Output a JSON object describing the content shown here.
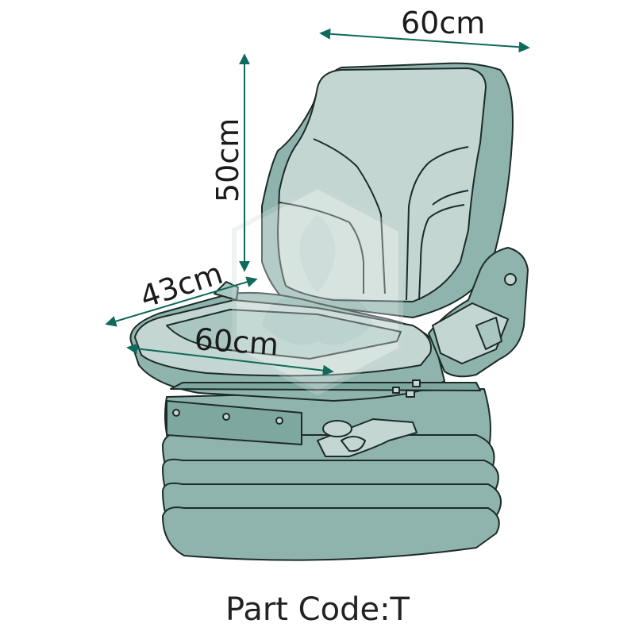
{
  "dimensions": {
    "backrest_width": "60cm",
    "backrest_height": "50cm",
    "seat_depth": "43cm",
    "seat_width": "60cm"
  },
  "part_code": "Part Code:T",
  "colors": {
    "seat_fill": "#c3d6d1",
    "seat_shadow": "#8fb4ad",
    "seat_dark": "#6f9c94",
    "outline": "#1d2b28",
    "dimension_line": "#0e6a5a",
    "watermark": "#d8e3e0"
  }
}
